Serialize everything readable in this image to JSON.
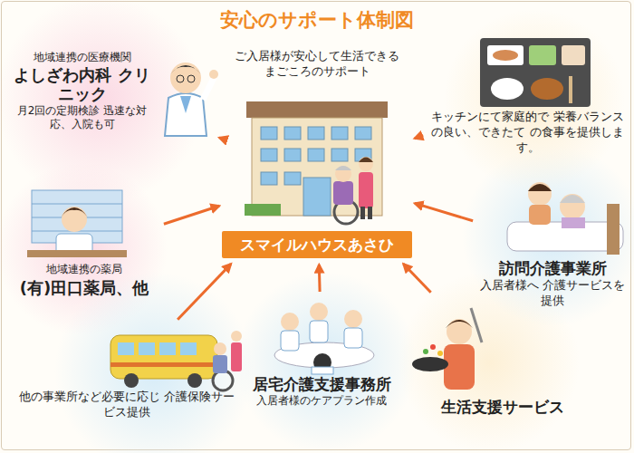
{
  "diagram": {
    "title": "安心のサポート体制図",
    "nodes": [
      {
        "text": [
          "スマイルハウスあさひ"
        ]
      },
      {
        "text": [
          "地域連携の医療機関",
          "よしざわ内科 クリニック",
          "月2回の定期検診 迅速な対応、入院も可"
        ]
      },
      {
        "text": [
          "キッチンにて家庭的で 栄養バランスの良い、できたて の食事を提供します。"
        ]
      },
      {
        "text": [
          "地域連携の薬局",
          "(有)田口薬局、他"
        ]
      },
      {
        "text": [
          "訪問介護事業所",
          "入居者様へ 介護サービスを提供"
        ]
      },
      {
        "text": [
          "他の事業所など必要に応じ 介護保険サービス提供"
        ]
      },
      {
        "text": [
          "居宅介護支援事務所",
          "入居者様のケアプラン作成"
        ]
      },
      {
        "text": [
          "生活支援サービス"
        ]
      }
    ],
    "edges": [
      {
        "from": 1,
        "to": 0,
        "arrow": "to"
      },
      {
        "from": 2,
        "to": 0,
        "arrow": "to"
      },
      {
        "from": 3,
        "to": 0,
        "arrow": "to"
      },
      {
        "from": 4,
        "to": 0,
        "arrow": "to"
      },
      {
        "from": 5,
        "to": 0,
        "arrow": "to"
      },
      {
        "from": 6,
        "to": 0,
        "arrow": "to"
      },
      {
        "from": 7,
        "to": 0,
        "arrow": "to"
      }
    ],
    "labels": [
      "ご入居様が安心して生活できる まごころのサポート"
    ]
  }
}
